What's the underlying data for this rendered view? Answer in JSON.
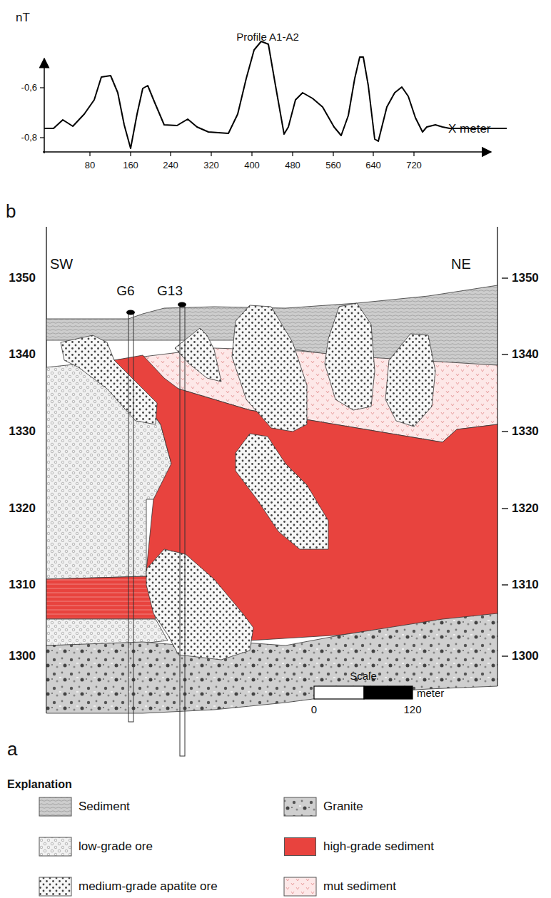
{
  "diagram": {
    "labels": [
      "nT",
      "Profile A1-A2",
      "-0,6",
      "-0,8",
      "X meter",
      "80",
      "160",
      "240",
      "320",
      "400",
      "480",
      "560",
      "640",
      "720",
      "b",
      "SW",
      "NE",
      "G6",
      "G13",
      "1350",
      "1340",
      "1330",
      "1320",
      "1310",
      "1300",
      "1350",
      "1340",
      "1330",
      "1320",
      "1310",
      "1300",
      "Scale",
      "meter",
      "0",
      "120",
      "a",
      "Explanation"
    ],
    "legend": [
      {
        "text": "Sediment"
      },
      {
        "text": "Granite"
      },
      {
        "text": "low-grade ore"
      },
      {
        "text": "high-grade sediment",
        "color": "#e8433e"
      },
      {
        "text": "medium-grade apatite ore"
      },
      {
        "text": "mut sediment"
      }
    ]
  }
}
